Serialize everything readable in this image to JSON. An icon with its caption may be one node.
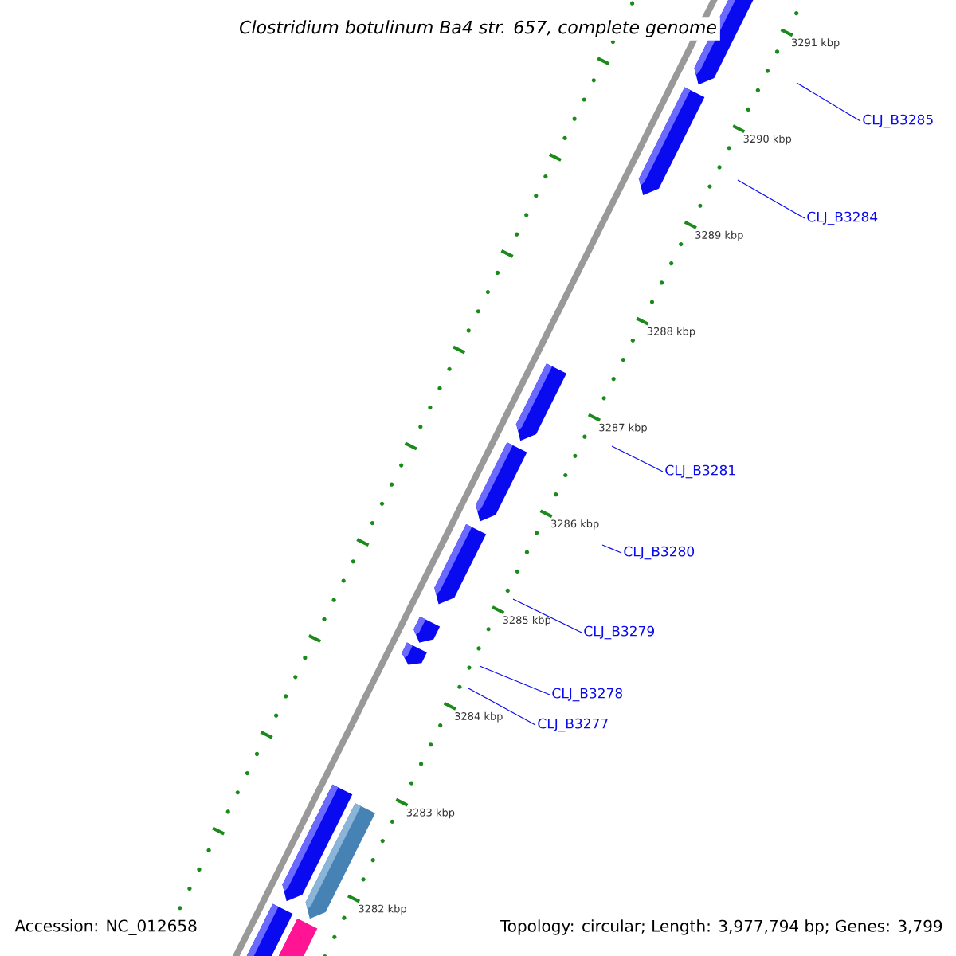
{
  "diagram": {
    "title": "Clostridium botulinum Ba4 str. 657, complete genome",
    "nodes": [
      {
        "text": [
          "CLJ_B3285"
        ]
      },
      {
        "text": [
          "CLJ_B3284"
        ]
      },
      {
        "text": [
          "CLJ_B3281"
        ]
      },
      {
        "text": [
          "CLJ_B3280"
        ]
      },
      {
        "text": [
          "CLJ_B3279"
        ]
      },
      {
        "text": [
          "CLJ_B3278"
        ]
      },
      {
        "text": [
          "CLJ_B3277"
        ]
      }
    ],
    "edges": [
      {
        "from": 0,
        "to": null,
        "arrow": "none"
      },
      {
        "from": 1,
        "to": null,
        "arrow": "none"
      },
      {
        "from": 2,
        "to": null,
        "arrow": "none"
      },
      {
        "from": 3,
        "to": null,
        "arrow": "none"
      },
      {
        "from": 4,
        "to": null,
        "arrow": "none"
      },
      {
        "from": 5,
        "to": null,
        "arrow": "none"
      },
      {
        "from": 6,
        "to": null,
        "arrow": "none"
      }
    ],
    "labels": [
      "3291 kbp",
      "3290 kbp",
      "3289 kbp",
      "3288 kbp",
      "3287 kbp",
      "3286 kbp",
      "3285 kbp",
      "3284 kbp",
      "3283 kbp",
      "3282 kbp",
      "Accession: NC_012658",
      "Topology: circular; Length: 3,977,794 bp; Genes: 3,799"
    ]
  }
}
